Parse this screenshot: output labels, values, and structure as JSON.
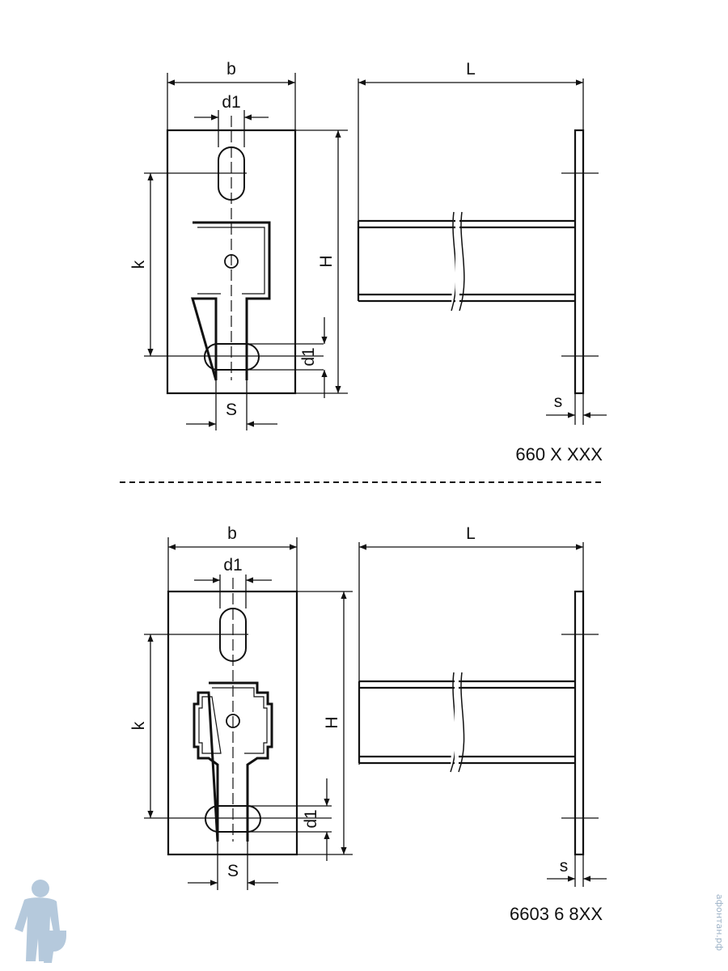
{
  "diagram_top": {
    "labels": {
      "b": "b",
      "d1_top": "d1",
      "L": "L",
      "k": "k",
      "H": "H",
      "d1_side": "d1",
      "S": "S",
      "s": "s"
    },
    "article_code": "660 X XXX"
  },
  "diagram_bottom": {
    "labels": {
      "b": "b",
      "d1_top": "d1",
      "L": "L",
      "k": "k",
      "H": "H",
      "d1_side": "d1",
      "S": "S",
      "s": "s"
    },
    "article_code": "6603 6 8XX"
  },
  "watermark": {
    "text": "афонтан.рф",
    "icon": "plumber-mascot-icon"
  },
  "colors": {
    "line": "#111111",
    "watermark": "#9fb4c8"
  }
}
